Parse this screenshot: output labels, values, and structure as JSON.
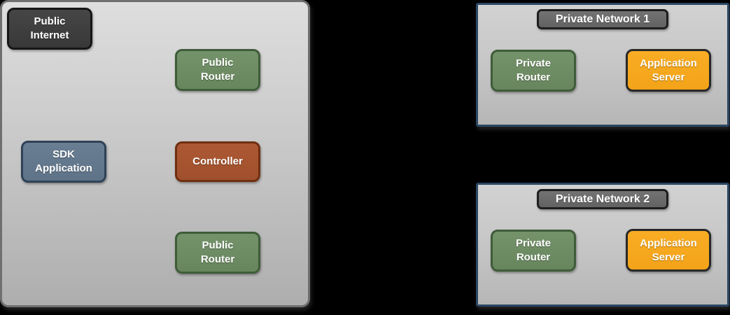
{
  "canvas": {
    "background": "#000000"
  },
  "colors": {
    "public_zone_fill_top": "#dedede",
    "public_zone_fill_bottom": "#aeaeae",
    "public_zone_border": "#6f6f6f",
    "private_network_fill_top": "#d2d2d2",
    "private_network_fill_bottom": "#b6b6b6",
    "private_network_border": "#2b4763",
    "dark_node_fill": "#3e3e3e",
    "dark_node_border": "#161616",
    "green_node_fill": "#6f8d65",
    "green_node_border": "#3f5c39",
    "slate_node_fill": "#65798e",
    "slate_node_border": "#2f4257",
    "rust_node_fill": "#a75431",
    "rust_node_border": "#6f2f10",
    "orange_node_fill": "#f7a821",
    "orange_node_border": "#282828",
    "network_title_fill": "#696969",
    "network_title_border": "#1e1e1e",
    "label_text": "#ffffff"
  },
  "public_zone": {
    "public_internet_label": "Public\nInternet",
    "public_router_top_label": "Public\nRouter",
    "sdk_application_label": "SDK\nApplication",
    "controller_label": "Controller",
    "public_router_bottom_label": "Public\nRouter"
  },
  "private_networks": [
    {
      "title": "Private Network 1",
      "private_router_label": "Private\nRouter",
      "application_server_label": "Application\nServer"
    },
    {
      "title": "Private Network 2",
      "private_router_label": "Private\nRouter",
      "application_server_label": "Application\nServer"
    }
  ]
}
